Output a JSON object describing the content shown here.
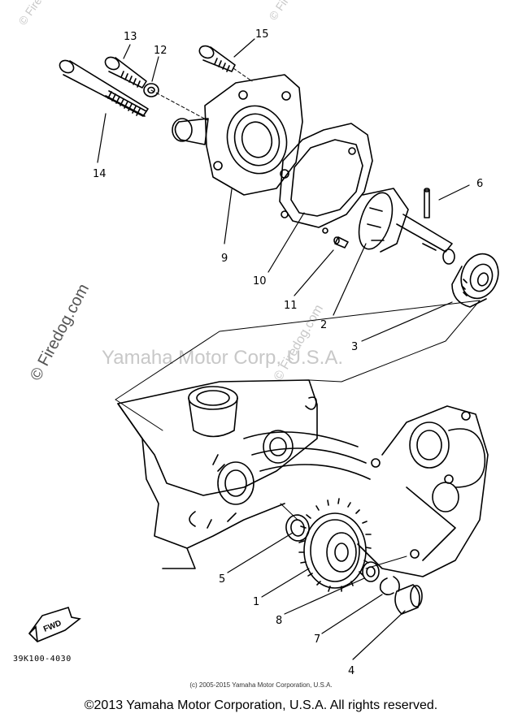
{
  "callouts": [
    {
      "id": "1",
      "label": "1"
    },
    {
      "id": "2",
      "label": "2"
    },
    {
      "id": "3",
      "label": "3"
    },
    {
      "id": "4",
      "label": "4"
    },
    {
      "id": "5",
      "label": "5"
    },
    {
      "id": "6",
      "label": "6"
    },
    {
      "id": "7",
      "label": "7"
    },
    {
      "id": "8",
      "label": "8"
    },
    {
      "id": "9",
      "label": "9"
    },
    {
      "id": "10",
      "label": "10"
    },
    {
      "id": "11",
      "label": "11"
    },
    {
      "id": "12",
      "label": "12"
    },
    {
      "id": "13",
      "label": "13"
    },
    {
      "id": "14",
      "label": "14"
    },
    {
      "id": "15",
      "label": "15"
    }
  ],
  "fwd_label": "FWD",
  "part_code": "39K100-4030",
  "watermarks": {
    "firedog_main": "© Firedog.com",
    "firedog_center": "© Firedog.com",
    "firedog_top_left": "© Firedog",
    "firedog_top_right": "© Firedog",
    "yamaha": "Yamaha Motor Corp, U.S.A."
  },
  "small_copyright": "(c) 2005-2015 Yamaha Motor Corporation, U.S.A.",
  "copyright": "©2013 Yamaha Motor Corporation, U.S.A. All rights reserved.",
  "colors": {
    "ink": "#000000",
    "watermark": "#c8c8c8",
    "background": "#ffffff"
  }
}
